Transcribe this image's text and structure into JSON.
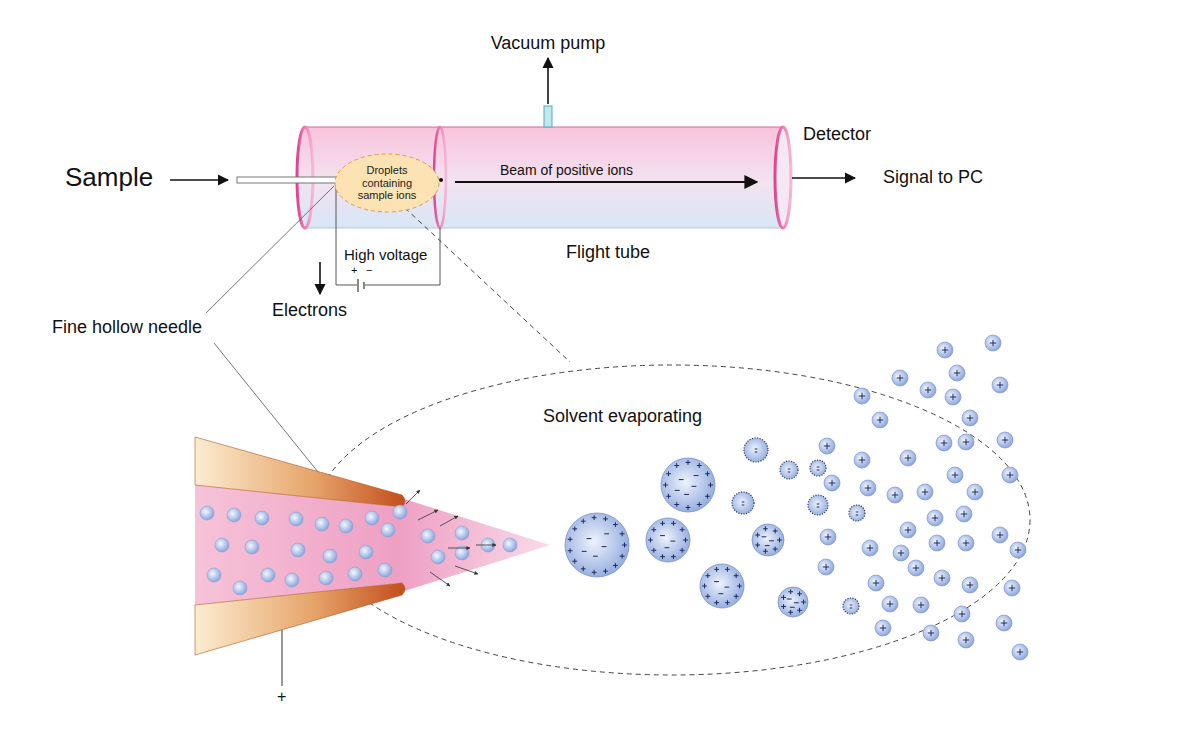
{
  "diagram": {
    "nodes": [
      {
        "text": [
          "Droplets containing sample ions"
        ]
      }
    ],
    "labels": [
      "Sample",
      "Vacuum pump",
      "Detector",
      "Signal to PC",
      "Beam of positive ions",
      "High voltage",
      "+",
      "−",
      "Flight tube",
      "Electrons",
      "Fine hollow needle",
      "Solvent evaporating",
      "+"
    ]
  }
}
